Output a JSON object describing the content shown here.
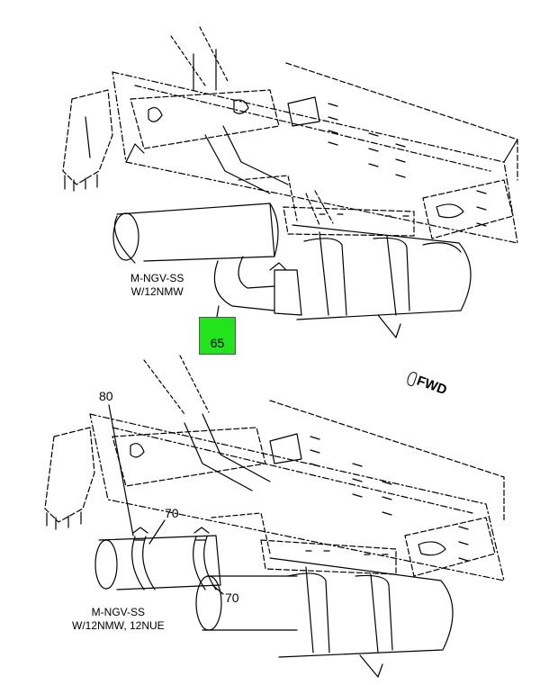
{
  "upper_view": {
    "config_note_line1": "M-NGV-SS",
    "config_note_line2": "W/12NMW",
    "callout_65": "65",
    "hotspot_color": "#22e31e"
  },
  "lower_view": {
    "config_note_line1": "M-NGV-SS",
    "config_note_line2": "W/12NMW, 12NUE",
    "callout_80": "80",
    "callout_70_top": "70",
    "callout_70_bottom": "70"
  },
  "direction_indicator": {
    "text": "FWD",
    "icon": "forward-arrow-icon"
  }
}
